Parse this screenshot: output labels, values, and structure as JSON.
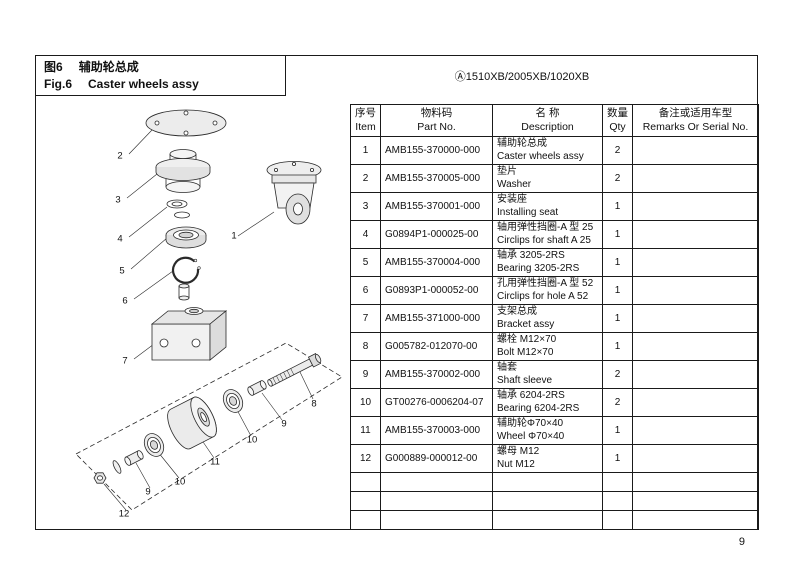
{
  "header": {
    "fig_no_cn": "图6",
    "fig_title_cn": "辅助轮总成",
    "fig_no_en": "Fig.6",
    "fig_title_en": "Caster wheels assy",
    "model_code": "Ⓐ1510XB/2005XB/1020XB"
  },
  "table": {
    "headers": [
      {
        "cn": "序号",
        "en": "Item"
      },
      {
        "cn": "物料码",
        "en": "Part No."
      },
      {
        "cn": "名 称",
        "en": "Description"
      },
      {
        "cn": "数量",
        "en": "Qty"
      },
      {
        "cn": "备注或适用车型",
        "en": "Remarks Or Serial No."
      }
    ],
    "rows": [
      {
        "item": "1",
        "part_no": "AMB155-370000-000",
        "desc_cn": "辅助轮总成",
        "desc_en": "Caster wheels assy",
        "qty": "2",
        "remarks": ""
      },
      {
        "item": "2",
        "part_no": "AMB155-370005-000",
        "desc_cn": "垫片",
        "desc_en": "Washer",
        "qty": "2",
        "remarks": ""
      },
      {
        "item": "3",
        "part_no": "AMB155-370001-000",
        "desc_cn": "安装座",
        "desc_en": "Installing seat",
        "qty": "1",
        "remarks": ""
      },
      {
        "item": "4",
        "part_no": "G0894P1-000025-00",
        "desc_cn": "轴用弹性挡圈-A 型 25",
        "desc_en": "Circlips for shaft A 25",
        "qty": "1",
        "remarks": ""
      },
      {
        "item": "5",
        "part_no": "AMB155-370004-000",
        "desc_cn": "轴承 3205-2RS",
        "desc_en": "Bearing 3205-2RS",
        "qty": "1",
        "remarks": ""
      },
      {
        "item": "6",
        "part_no": "G0893P1-000052-00",
        "desc_cn": "孔用弹性挡圈-A 型 52",
        "desc_en": "Circlips for hole A 52",
        "qty": "1",
        "remarks": ""
      },
      {
        "item": "7",
        "part_no": "AMB155-371000-000",
        "desc_cn": "支架总成",
        "desc_en": "Bracket assy",
        "qty": "1",
        "remarks": ""
      },
      {
        "item": "8",
        "part_no": "G005782-012070-00",
        "desc_cn": "螺栓 M12×70",
        "desc_en": "Bolt M12×70",
        "qty": "1",
        "remarks": ""
      },
      {
        "item": "9",
        "part_no": "AMB155-370002-000",
        "desc_cn": "轴套",
        "desc_en": "Shaft sleeve",
        "qty": "2",
        "remarks": ""
      },
      {
        "item": "10",
        "part_no": "GT00276-0006204-07",
        "desc_cn": "轴承 6204-2RS",
        "desc_en": "Bearing 6204-2RS",
        "qty": "2",
        "remarks": ""
      },
      {
        "item": "11",
        "part_no": "AMB155-370003-000",
        "desc_cn": "辅助轮Φ70×40",
        "desc_en": "Wheel Φ70×40",
        "qty": "1",
        "remarks": ""
      },
      {
        "item": "12",
        "part_no": "G000889-000012-00",
        "desc_cn": "螺母 M12",
        "desc_en": "Nut M12",
        "qty": "1",
        "remarks": ""
      }
    ],
    "empty_rows": 3
  },
  "diagram": {
    "callouts": [
      "1",
      "2",
      "3",
      "4",
      "5",
      "6",
      "7",
      "8",
      "9",
      "9",
      "10",
      "10",
      "11",
      "12"
    ]
  },
  "page_number": "9"
}
